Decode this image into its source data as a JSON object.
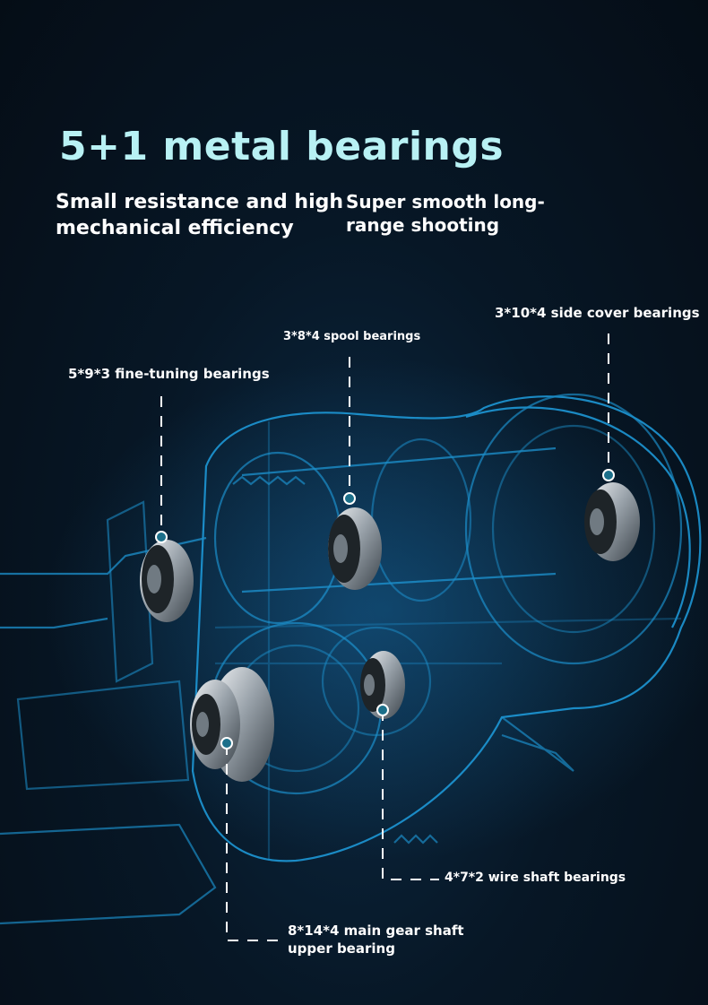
{
  "heading": "5+1 metal bearings",
  "features": [
    "Small resistance and high mechanical efficiency",
    "Super smooth long-range shooting"
  ],
  "callouts": {
    "fine_tuning": "5*9*3 fine-tuning bearings",
    "spool": "3*8*4 spool bearings",
    "side_cover": "3*10*4 side cover bearings",
    "wire_shaft": "4*7*2 wire shaft bearings",
    "main_gear": "8*14*4 main gear shaft upper bearing"
  },
  "colors": {
    "heading": "#b8f1f4",
    "wireframe": "#1f9fe0",
    "marker": "#3fb6d6"
  }
}
